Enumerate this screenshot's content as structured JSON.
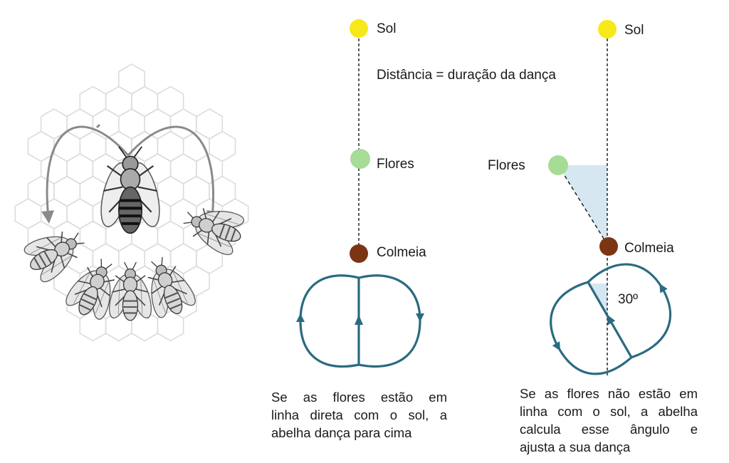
{
  "illustration": {
    "icon": "bees-on-honeycomb-illustration"
  },
  "colors": {
    "sun": "#f7e81a",
    "flowers": "#a6dc96",
    "hive": "#7b3512",
    "dance_path": "#2b6a80",
    "angle_wedge": "#cfe3ef",
    "line": "#222222"
  },
  "panel_straight": {
    "sun_label": "Sol",
    "distance_label": "Distância = duração da dança",
    "flowers_label": "Flores",
    "hive_label": "Colmeia",
    "caption_lines": [
      "Se as flores estão em",
      "linha direta com o sol, a",
      "abelha dança para cima"
    ]
  },
  "panel_angled": {
    "sun_label": "Sol",
    "flowers_label": "Flores",
    "hive_label": "Colmeia",
    "angle_label": "30º",
    "caption_lines": [
      "Se as flores não estão em",
      "linha com o sol, a abelha",
      "calcula esse ângulo e",
      "ajusta a sua dança"
    ]
  }
}
